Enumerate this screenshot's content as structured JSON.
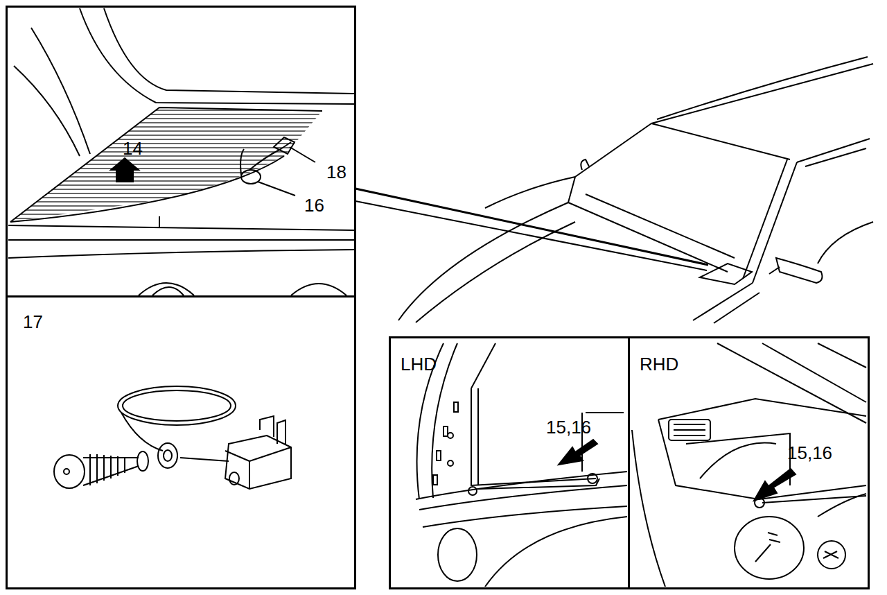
{
  "diagram": {
    "nodes": [
      {
        "text": [
          "14",
          "18",
          "16"
        ]
      },
      {
        "text": [
          "17"
        ]
      },
      {
        "text": [
          "LHD",
          "15,16"
        ]
      },
      {
        "text": [
          "RHD",
          "15,16"
        ]
      }
    ]
  }
}
